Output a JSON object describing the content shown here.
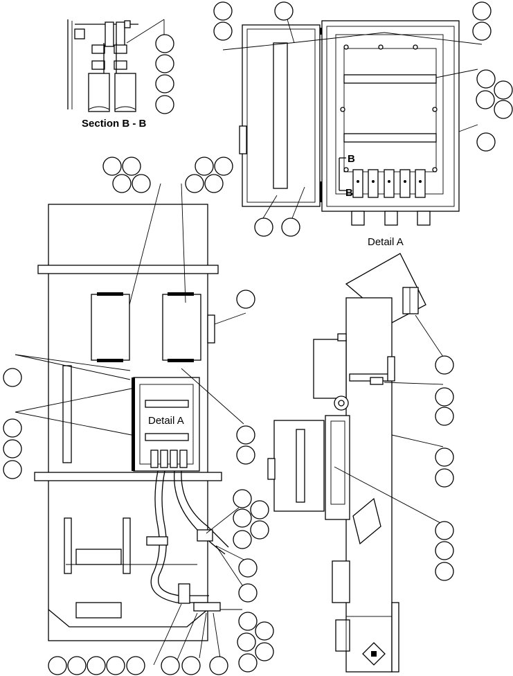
{
  "labels": {
    "section_bb": "Section B - B",
    "detail_a_title": "Detail A",
    "detail_a_in_plan": "Detail A",
    "b_upper": "B",
    "b_lower": "B"
  }
}
